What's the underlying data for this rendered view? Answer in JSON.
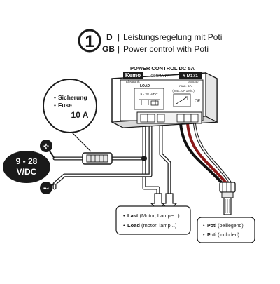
{
  "header": {
    "step_number": "1",
    "lang_de": "D",
    "lang_gb": "GB",
    "separator": "|",
    "title_de": "Leistungsregelung mit Poti",
    "title_gb": "Power control with Poti"
  },
  "module": {
    "title": "POWER CONTROL DC 5A",
    "brand": "Kemo",
    "brand_sub": "Electronic",
    "country": "GERMANY",
    "model": "# M171",
    "part_no": "0605350",
    "load_label": "LOAD",
    "voltage": "9 - 28 V/DC",
    "max_current": "max. 5A",
    "max_current_peak": "(max.10A 1Min.)",
    "ce_mark": "CE"
  },
  "fuse": {
    "line1": "Sicherung",
    "line2": "Fuse",
    "rating": "10 A"
  },
  "power": {
    "plus": "+",
    "minus": "−",
    "voltage_line1": "9 - 28",
    "voltage_line2": "V/DC"
  },
  "load_box": {
    "line1_bold": "Last",
    "line1_rest": " (Motor, Lampe...)",
    "line2_bold": "Load",
    "line2_rest": " (motor, lamp...)"
  },
  "poti_box": {
    "line1_bold": "Poti",
    "line1_rest": " (beiliegend)",
    "line2_bold": "Poti",
    "line2_rest": " (included)"
  },
  "colors": {
    "ink": "#1a1a1a",
    "module_fill": "#ffffff",
    "board_fill": "#f2f2f2",
    "wire_red": "#8b1a1a",
    "wire_black": "#111111",
    "wire_white": "#f5f5f5"
  },
  "icons": {
    "fuse": "fuse-holder-icon",
    "potentiometer": "potentiometer-icon"
  }
}
